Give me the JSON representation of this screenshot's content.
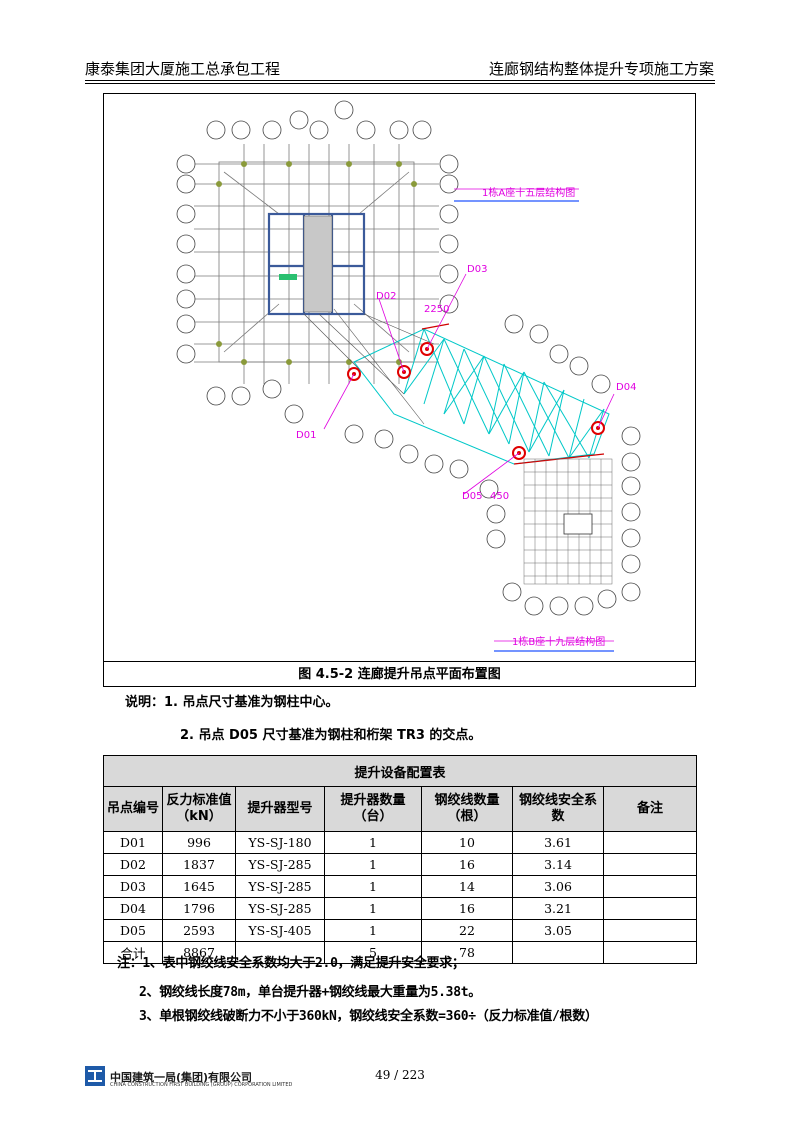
{
  "header": {
    "left": "康泰集团大厦施工总承包工程",
    "right": "连廊钢结构整体提升专项施工方案"
  },
  "figure": {
    "caption": "图 4.5-2  连廊提升吊点平面布置图",
    "labels": {
      "building_a": "1栋A座十五层结构图",
      "building_b": "1栋B座十九层结构图",
      "d01": "D01",
      "d02": "D02",
      "d03": "D03",
      "d04": "D04",
      "d05": "D05",
      "dim_2250": "2250",
      "dim_450": "450"
    },
    "colors": {
      "grid": "#7a7a7a",
      "truss": "#00c8c8",
      "annotation": "#e000e0",
      "blue_frame": "#3b5a9a",
      "lift_point": "#e00000",
      "column": "#8a9a3a",
      "title_underline": "#2255ff"
    }
  },
  "notes": {
    "line1": "说明：1. 吊点尺寸基准为钢柱中心。",
    "line2": "2. 吊点 D05 尺寸基准为钢柱和桁架 TR3 的交点。"
  },
  "table": {
    "title": "提升设备配置表",
    "headers": [
      "吊点编号",
      "反力标准值（kN）",
      "提升器型号",
      "提升器数量（台）",
      "钢绞线数量（根）",
      "钢绞线安全系数",
      "备注"
    ],
    "rows": [
      [
        "D01",
        "996",
        "YS-SJ-180",
        "1",
        "10",
        "3.61",
        ""
      ],
      [
        "D02",
        "1837",
        "YS-SJ-285",
        "1",
        "16",
        "3.14",
        ""
      ],
      [
        "D03",
        "1645",
        "YS-SJ-285",
        "1",
        "14",
        "3.06",
        ""
      ],
      [
        "D04",
        "1796",
        "YS-SJ-285",
        "1",
        "16",
        "3.21",
        ""
      ],
      [
        "D05",
        "2593",
        "YS-SJ-405",
        "1",
        "22",
        "3.05",
        ""
      ],
      [
        "合计",
        "8867",
        "",
        "5",
        "78",
        "",
        ""
      ]
    ]
  },
  "footnotes": {
    "n1": "注：1、表中钢绞线安全系数均大于2.0，满足提升安全要求；",
    "n2": "2、钢绞线长度78m，单台提升器+钢绞线最大重量为5.38t。",
    "n3": "3、单根钢绞线破断力不小于360kN，钢绞线安全系数=360÷（反力标准值/根数）"
  },
  "footer": {
    "company_cn": "中国建筑一局(集团)有限公司",
    "company_en": "CHINA CONSTRUCTION FIRST BUILDING (GROUP) CORPORATION LIMITED",
    "page": "49  /  223"
  }
}
